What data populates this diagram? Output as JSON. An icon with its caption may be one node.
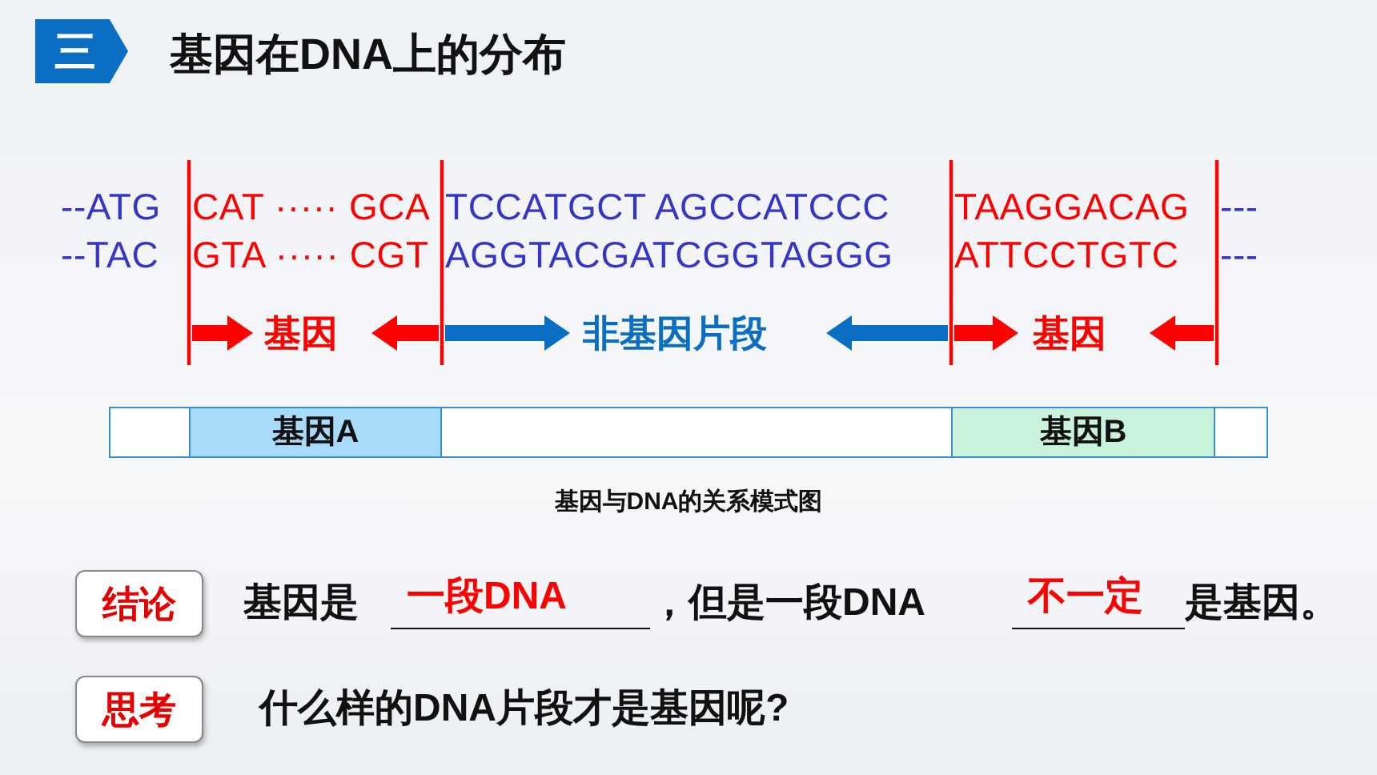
{
  "diagram": {
    "title": "基因在DNA上的分布",
    "caption": "基因与DNA的关系模式图",
    "nodes": [
      {
        "text": [
          "三"
        ]
      },
      {
        "text": [],
        "shape": "bar"
      },
      {
        "text": [
          "基因A"
        ],
        "in": 1
      },
      {
        "text": [
          "基因B"
        ],
        "in": 1
      },
      {
        "text": [
          "结论"
        ]
      },
      {
        "text": [
          "思考"
        ]
      }
    ],
    "labels": [
      "--ATG",
      "CAT ····· GCA",
      "TCCATGCT AGCCATCCC",
      "TAAGGACAG",
      "---",
      "--TAC",
      "GTA ····· CGT",
      "AGGTACGATCGGTAGGG",
      "ATTCCTGTC",
      "---",
      "基因",
      "非基因片段",
      "基因",
      "基因是",
      "一段DNA",
      "，但是一段DNA",
      "不一定",
      "是基因。",
      "什么样的DNA片段才是基因呢?"
    ]
  }
}
